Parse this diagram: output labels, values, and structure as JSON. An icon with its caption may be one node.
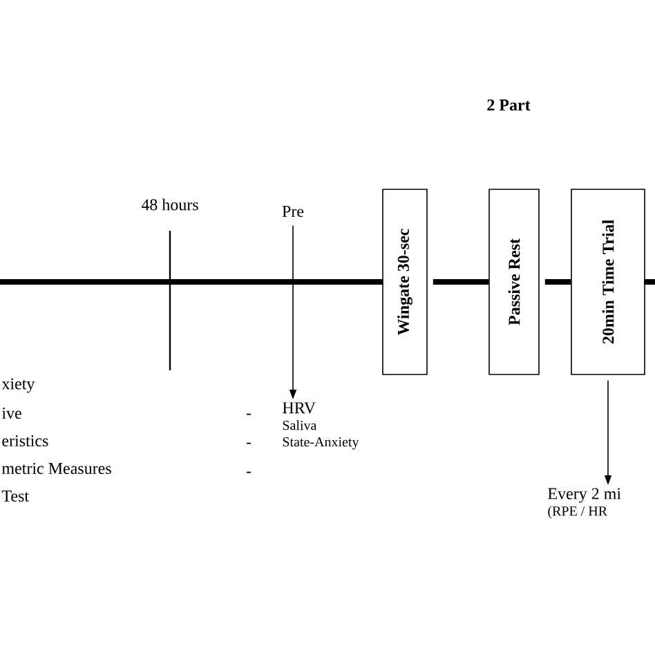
{
  "diagram": {
    "nodes": [
      {
        "text": [
          "Pre"
        ]
      },
      {
        "text": [
          "HRV",
          "Saliva",
          "State-Anxiety"
        ]
      },
      {
        "text": [
          "Wingate 30-sec"
        ]
      },
      {
        "text": [
          "Passive Rest"
        ]
      },
      {
        "text": [
          "20min Time Trial"
        ]
      },
      {
        "text": [
          "Every 2 mi",
          "(RPE / HR"
        ]
      }
    ],
    "edges": [
      {
        "from": 0,
        "to": 1,
        "arrow": "to"
      },
      {
        "from": 2,
        "to": 3,
        "arrow": "none",
        "style": "thick"
      },
      {
        "from": 3,
        "to": 4,
        "arrow": "none",
        "style": "thick"
      },
      {
        "from": 4,
        "to": 5,
        "arrow": "to"
      }
    ],
    "labels": [
      "2 Part",
      "48 hours",
      "xiety",
      "ive",
      "eristics",
      "-",
      "metric Measures",
      "-",
      "Test",
      "-"
    ]
  }
}
